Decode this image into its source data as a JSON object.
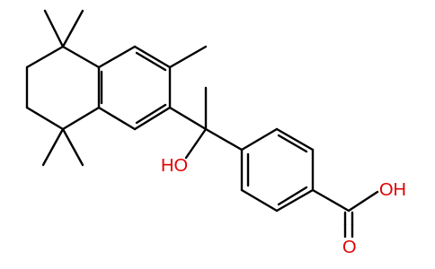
{
  "structure": {
    "colors": {
      "bond": "#000000",
      "heteroatom": "#e00000",
      "background": "#ffffff"
    },
    "labels": {
      "hydroxyl": "HO",
      "acid_oxygen": "O",
      "acid_hydroxyl": "OH"
    }
  }
}
